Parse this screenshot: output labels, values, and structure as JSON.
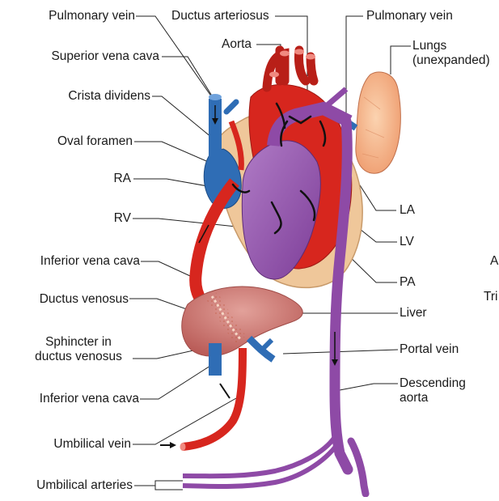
{
  "labels": {
    "pulmonary_vein_left": "Pulmonary vein",
    "ductus_arteriosus": "Ductus arteriosus",
    "pulmonary_vein_right": "Pulmonary vein",
    "aorta": "Aorta",
    "superior_vena_cava": "Superior vena cava",
    "lungs": "Lungs\n(unexpanded)",
    "crista_dividens": "Crista dividens",
    "oval_foramen": "Oval foramen",
    "ra": "RA",
    "rv": "RV",
    "la": "LA",
    "lv": "LV",
    "inferior_vena_cava_top": "Inferior vena cava",
    "pa": "PA",
    "ductus_venosus": "Ductus venosus",
    "liver": "Liver",
    "sphincter": "Sphincter in\nductus venosus",
    "portal_vein": "Portal vein",
    "descending_aorta": "Descending\naorta",
    "inferior_vena_cava_bottom": "Inferior vena cava",
    "umbilical_vein": "Umbilical vein",
    "umbilical_arteries": "Umbilical arteries",
    "cut_a": "A",
    "cut_tri": "Tri"
  },
  "colors": {
    "oxygenated": "#d7261e",
    "deoxygenated": "#2f6db5",
    "mixed": "#8e4aa6",
    "liver": "#c9706a",
    "lungs": "#f3b48a",
    "pericardium": "#efc79a"
  }
}
